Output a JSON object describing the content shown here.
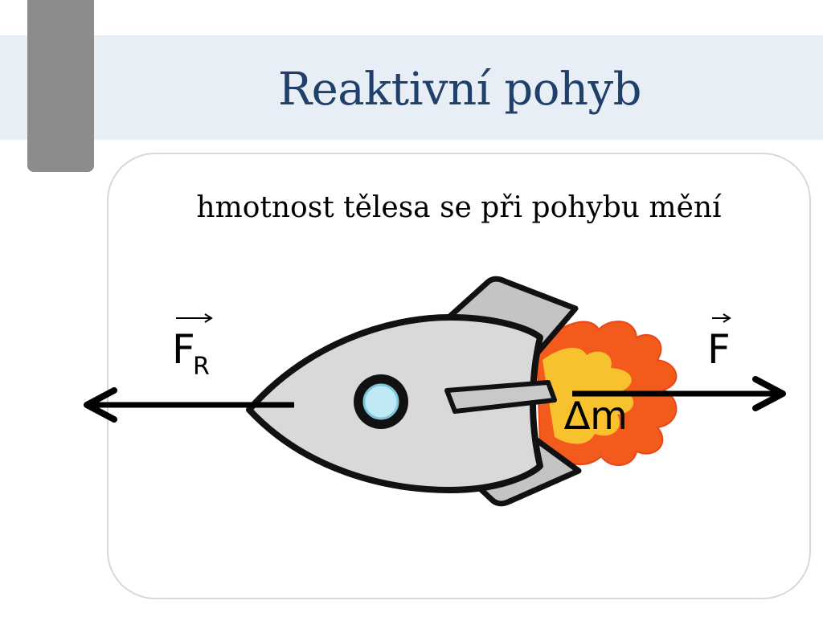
{
  "slide": {
    "title": "Reaktivní pohyb",
    "subtitle": "hmotnost tělesa se při pohybu mění"
  },
  "diagram": {
    "force_reactive": {
      "symbol": "F",
      "subscript": "R"
    },
    "force": {
      "symbol": "F"
    },
    "mass_change": "∆m"
  },
  "colors": {
    "title": "#203f6b",
    "title_band": "#e7eef6",
    "side_tab": "#8c8c8c",
    "rocket_body": "#d9d9d9",
    "rocket_fin": "#c4c4c4",
    "window": "#bfe9f5",
    "flame_outer": "#f25b1b",
    "flame_inner": "#f7c22d"
  },
  "icons": [
    "rocket-icon",
    "arrow-left-icon",
    "arrow-right-icon"
  ]
}
